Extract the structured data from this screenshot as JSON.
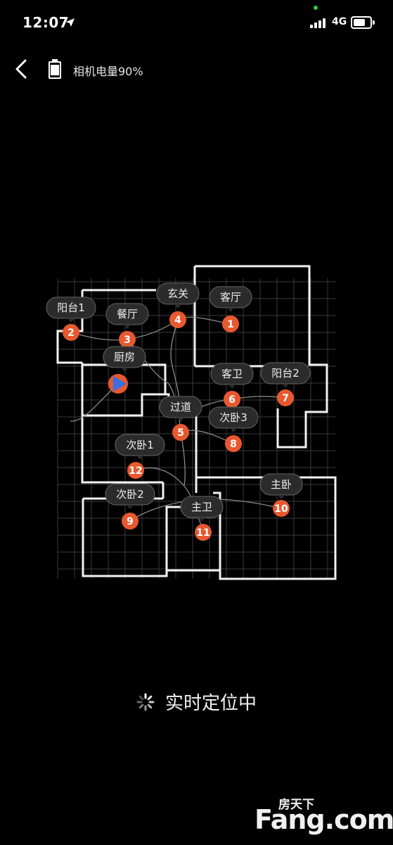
{
  "status_bar": {
    "time": "12:07",
    "network": "4G",
    "icons": [
      "location-arrow-icon",
      "signal-bars-icon",
      "battery-icon"
    ]
  },
  "header": {
    "back_icon": "chevron-left-icon",
    "camera_battery_label": "相机电量90%",
    "camera_battery_level": 0.9
  },
  "map": {
    "rooms": [
      {
        "label": "阳台1",
        "number": "2"
      },
      {
        "label": "餐厅",
        "number": "3"
      },
      {
        "label": "玄关",
        "number": "4"
      },
      {
        "label": "客厅",
        "number": "1"
      },
      {
        "label": "厨房",
        "number": ""
      },
      {
        "label": "客卫",
        "number": "6"
      },
      {
        "label": "阳台2",
        "number": "7"
      },
      {
        "label": "过道",
        "number": "5"
      },
      {
        "label": "次卧3",
        "number": "8"
      },
      {
        "label": "次卧1",
        "number": "12"
      },
      {
        "label": "主卧",
        "number": "10"
      },
      {
        "label": "次卧2",
        "number": "9"
      },
      {
        "label": "主卫",
        "number": "11"
      }
    ],
    "current_position_icon": "play-arrow-icon",
    "colors": {
      "badge": "#e8582f",
      "marker": "#3a6fe6"
    }
  },
  "locating_status": "实时定位中",
  "watermark": {
    "cn": "房天下",
    "en": "Fang.com"
  }
}
